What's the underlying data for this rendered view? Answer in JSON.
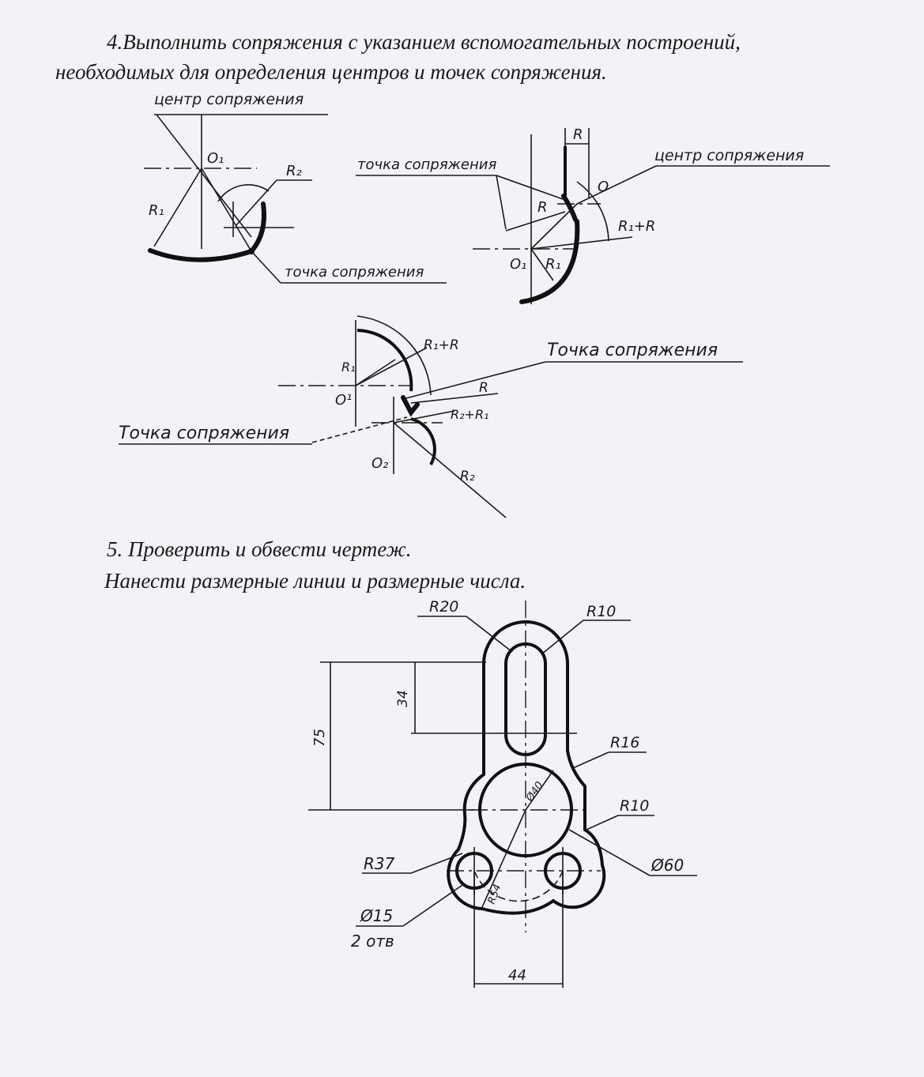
{
  "task4": {
    "line1": "4.Выполнить сопряжения с указанием вспомогательных построений,",
    "line2": "необходимых для определения центров и точек сопряжения."
  },
  "task5": {
    "line1": "5. Проверить и обвести чертеж.",
    "line2": "Нанести размерные линии и размерные числа."
  },
  "diagram1": {
    "center_label": "центр сопряжения",
    "o1": "O₁",
    "r1": "R₁",
    "r2": "R₂",
    "point_label": "точка сопряжения"
  },
  "diagram2": {
    "point_label": "точка сопряжения",
    "center_label": "центр сопряжения",
    "r_top": "R",
    "r_mid": "R",
    "o": "O",
    "r1_plus_r": "R₁+R",
    "o1": "O₁",
    "r1": "R₁"
  },
  "diagram3": {
    "r1_plus_r": "R₁+R",
    "point_right": "Точка сопряжения",
    "r1": "R₁",
    "o1": "O¹",
    "r": "R",
    "r2_plus_r1": "R₂+R₁",
    "point_left": "Точка сопряжения",
    "o2": "O₂",
    "r2": "R₂"
  },
  "part": {
    "r20": "R20",
    "r10_top": "R10",
    "dim34": "34",
    "dim75": "75",
    "r16": "R16",
    "d40": "Ø40",
    "r10_mid": "R10",
    "r37": "R37",
    "d60": "Ø60",
    "r54": "R54",
    "d15": "Ø15",
    "holes": "2 отв",
    "dim44": "44"
  }
}
